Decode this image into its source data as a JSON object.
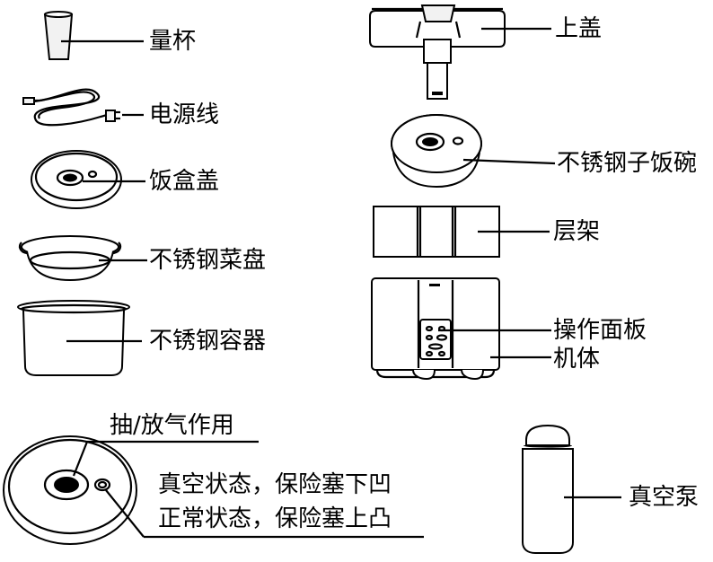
{
  "labels": {
    "measuring_cup": "量杯",
    "power_cord": "电源线",
    "lunchbox_lid": "饭盒盖",
    "steel_dish": "不锈钢菜盘",
    "steel_container": "不锈钢容器",
    "top_lid": "上盖",
    "steel_rice_bowl": "不锈钢子饭碗",
    "rack": "层架",
    "control_panel": "操作面板",
    "body": "机体",
    "pump_vent": "抽/放气作用",
    "vacuum_state": "真空状态，保险塞下凹",
    "normal_state": "正常状态，保险塞上凸",
    "vacuum_pump": "真空泵"
  }
}
